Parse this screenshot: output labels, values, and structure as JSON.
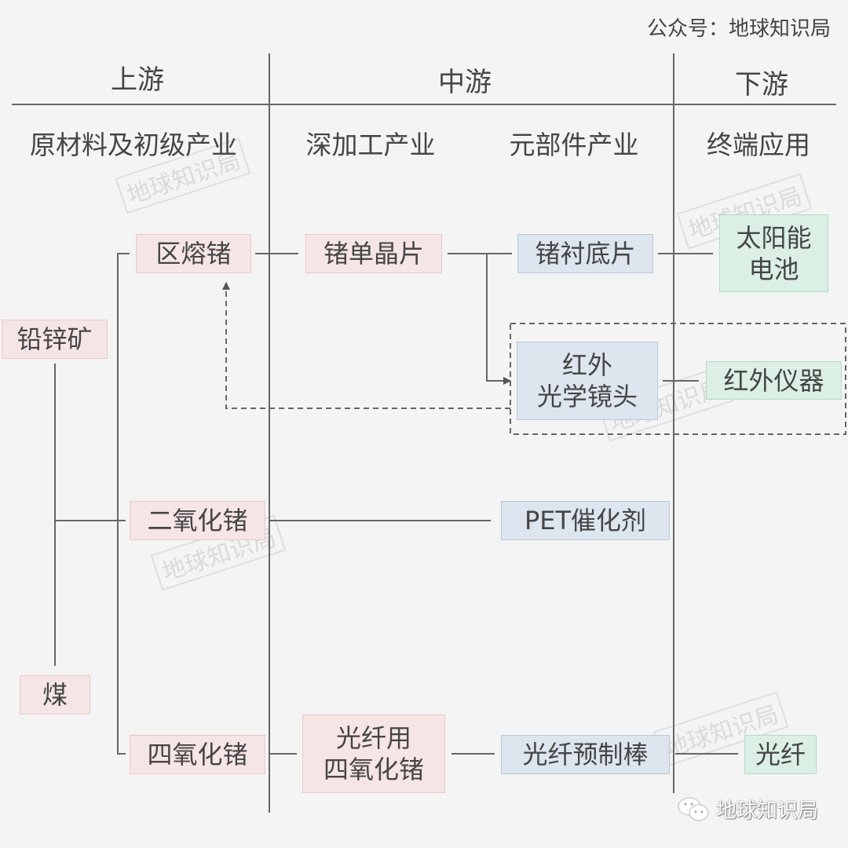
{
  "source": "公众号：地球知识局",
  "stages": {
    "upstream": "上游",
    "midstream": "中游",
    "downstream": "下游"
  },
  "segments": {
    "raw": "原材料及初级产业",
    "deep": "深加工产业",
    "component": "元部件产业",
    "terminal": "终端应用"
  },
  "nodes": {
    "zone_ge": "区熔锗",
    "ge_wafer": "锗单晶片",
    "ge_substrate": "锗衬底片",
    "solar_l1": "太阳能",
    "solar_l2": "电池",
    "lead_zinc": "铅锌矿",
    "ir_lens_l1": "红外",
    "ir_lens_l2": "光学镜头",
    "ir_instrument": "红外仪器",
    "geo2": "二氧化锗",
    "pet": "PET催化剂",
    "coal": "煤",
    "gecl4": "四氧化锗",
    "fiber_gecl4_l1": "光纤用",
    "fiber_gecl4_l2": "四氧化锗",
    "preform": "光纤预制棒",
    "fiber": "光纤"
  },
  "watermark": "地球知识局",
  "footer": {
    "brand": "地球知识局"
  },
  "colors": {
    "pink": "#f6e5e5",
    "blue": "#dde5ee",
    "green": "#dbefe5",
    "line": "#666666"
  }
}
